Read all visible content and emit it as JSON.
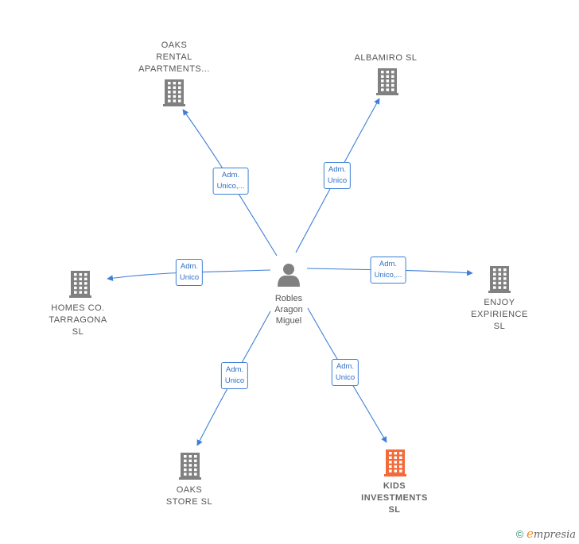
{
  "center": {
    "lines": [
      "Robles",
      "Aragon",
      "Miguel"
    ],
    "icon": "person-icon"
  },
  "companies": [
    {
      "id": "oaks-rental",
      "lines": [
        "OAKS",
        "RENTAL",
        "APARTMENTS..."
      ],
      "icon": "building-icon",
      "highlight": false
    },
    {
      "id": "albamiro",
      "lines": [
        "ALBAMIRO  SL"
      ],
      "icon": "building-icon",
      "highlight": false
    },
    {
      "id": "homes-co",
      "lines": [
        "HOMES CO.",
        "TARRAGONA",
        "SL"
      ],
      "icon": "building-icon",
      "highlight": false
    },
    {
      "id": "enjoy",
      "lines": [
        "ENJOY",
        "EXPIRIENCE",
        "SL"
      ],
      "icon": "building-icon",
      "highlight": false
    },
    {
      "id": "oaks-store",
      "lines": [
        "OAKS",
        "STORE  SL"
      ],
      "icon": "building-icon",
      "highlight": false
    },
    {
      "id": "kids",
      "lines": [
        "KIDS",
        "INVESTMENTS",
        "SL"
      ],
      "icon": "building-icon",
      "highlight": true
    }
  ],
  "edges": [
    {
      "to": "oaks-rental",
      "lines": [
        "Adm.",
        "Unico,..."
      ]
    },
    {
      "to": "albamiro",
      "lines": [
        "Adm.",
        "Unico"
      ]
    },
    {
      "to": "homes-co",
      "lines": [
        "Adm.",
        "Unico"
      ]
    },
    {
      "to": "enjoy",
      "lines": [
        "Adm.",
        "Unico,..."
      ]
    },
    {
      "to": "oaks-store",
      "lines": [
        "Adm.",
        "Unico"
      ]
    },
    {
      "to": "kids",
      "lines": [
        "Adm.",
        "Unico"
      ]
    }
  ],
  "colors": {
    "edge": "#3d7fd6",
    "building": "#808080",
    "highlight": "#f26b3a",
    "person": "#808080"
  },
  "footer": {
    "copyright": "©",
    "brand_initial": "e",
    "brand_rest": "mpresia"
  }
}
